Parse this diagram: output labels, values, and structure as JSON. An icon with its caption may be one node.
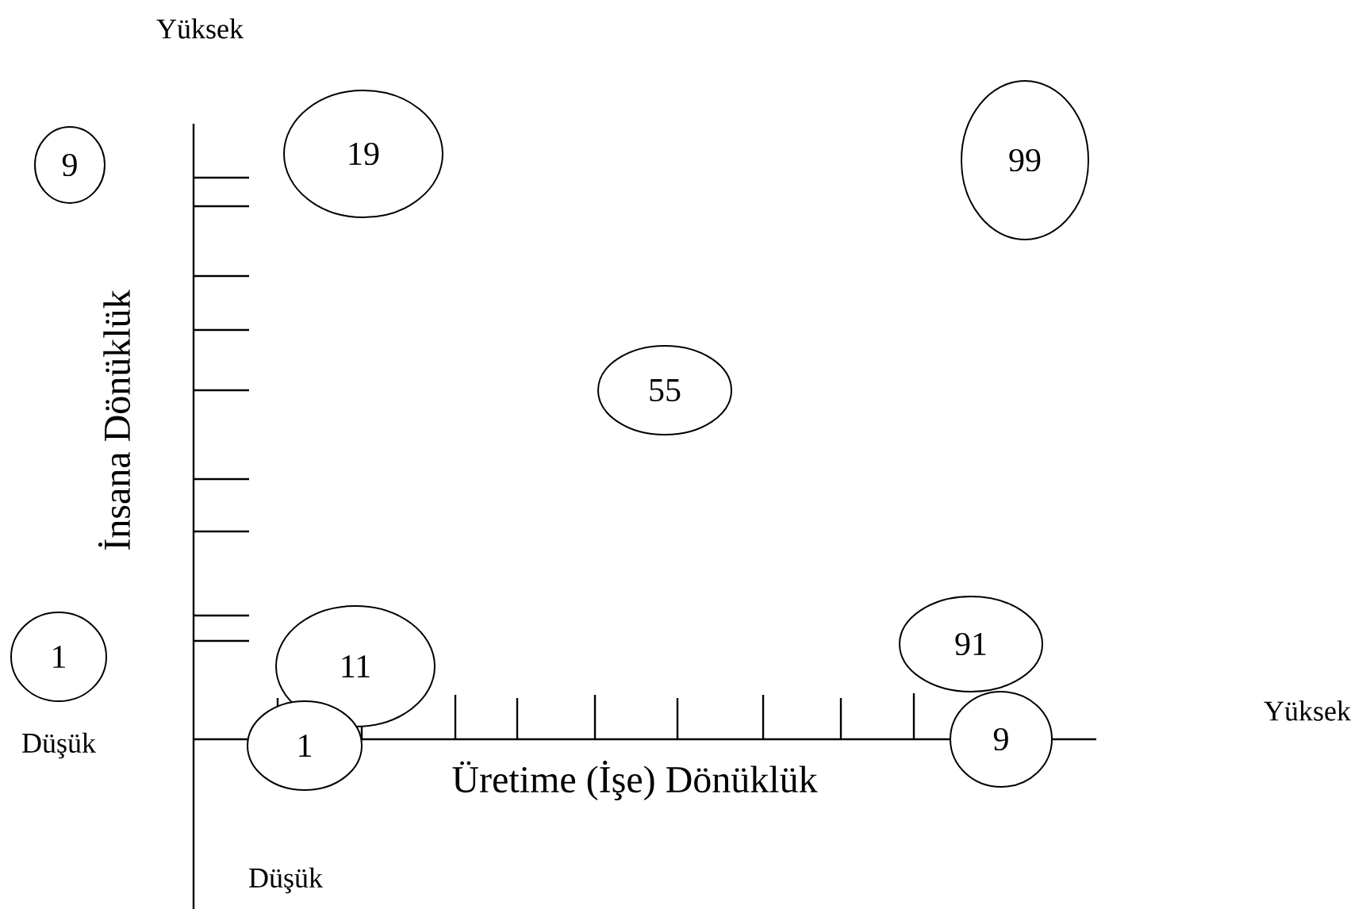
{
  "diagram": {
    "nodes": [
      {
        "text": [
          "9"
        ]
      },
      {
        "text": [
          "19"
        ]
      },
      {
        "text": [
          "99"
        ]
      },
      {
        "text": [
          "55"
        ]
      },
      {
        "text": [
          "1"
        ]
      },
      {
        "text": [
          "11"
        ]
      },
      {
        "text": [
          "91"
        ]
      },
      {
        "text": [
          "1"
        ]
      },
      {
        "text": [
          "9"
        ]
      }
    ],
    "labels": [
      "Yüksek",
      "İnsana Dönüklük",
      "Yüksek",
      "Düşük",
      "Üretime (İşe) Dönüklük",
      "Düşük"
    ]
  }
}
